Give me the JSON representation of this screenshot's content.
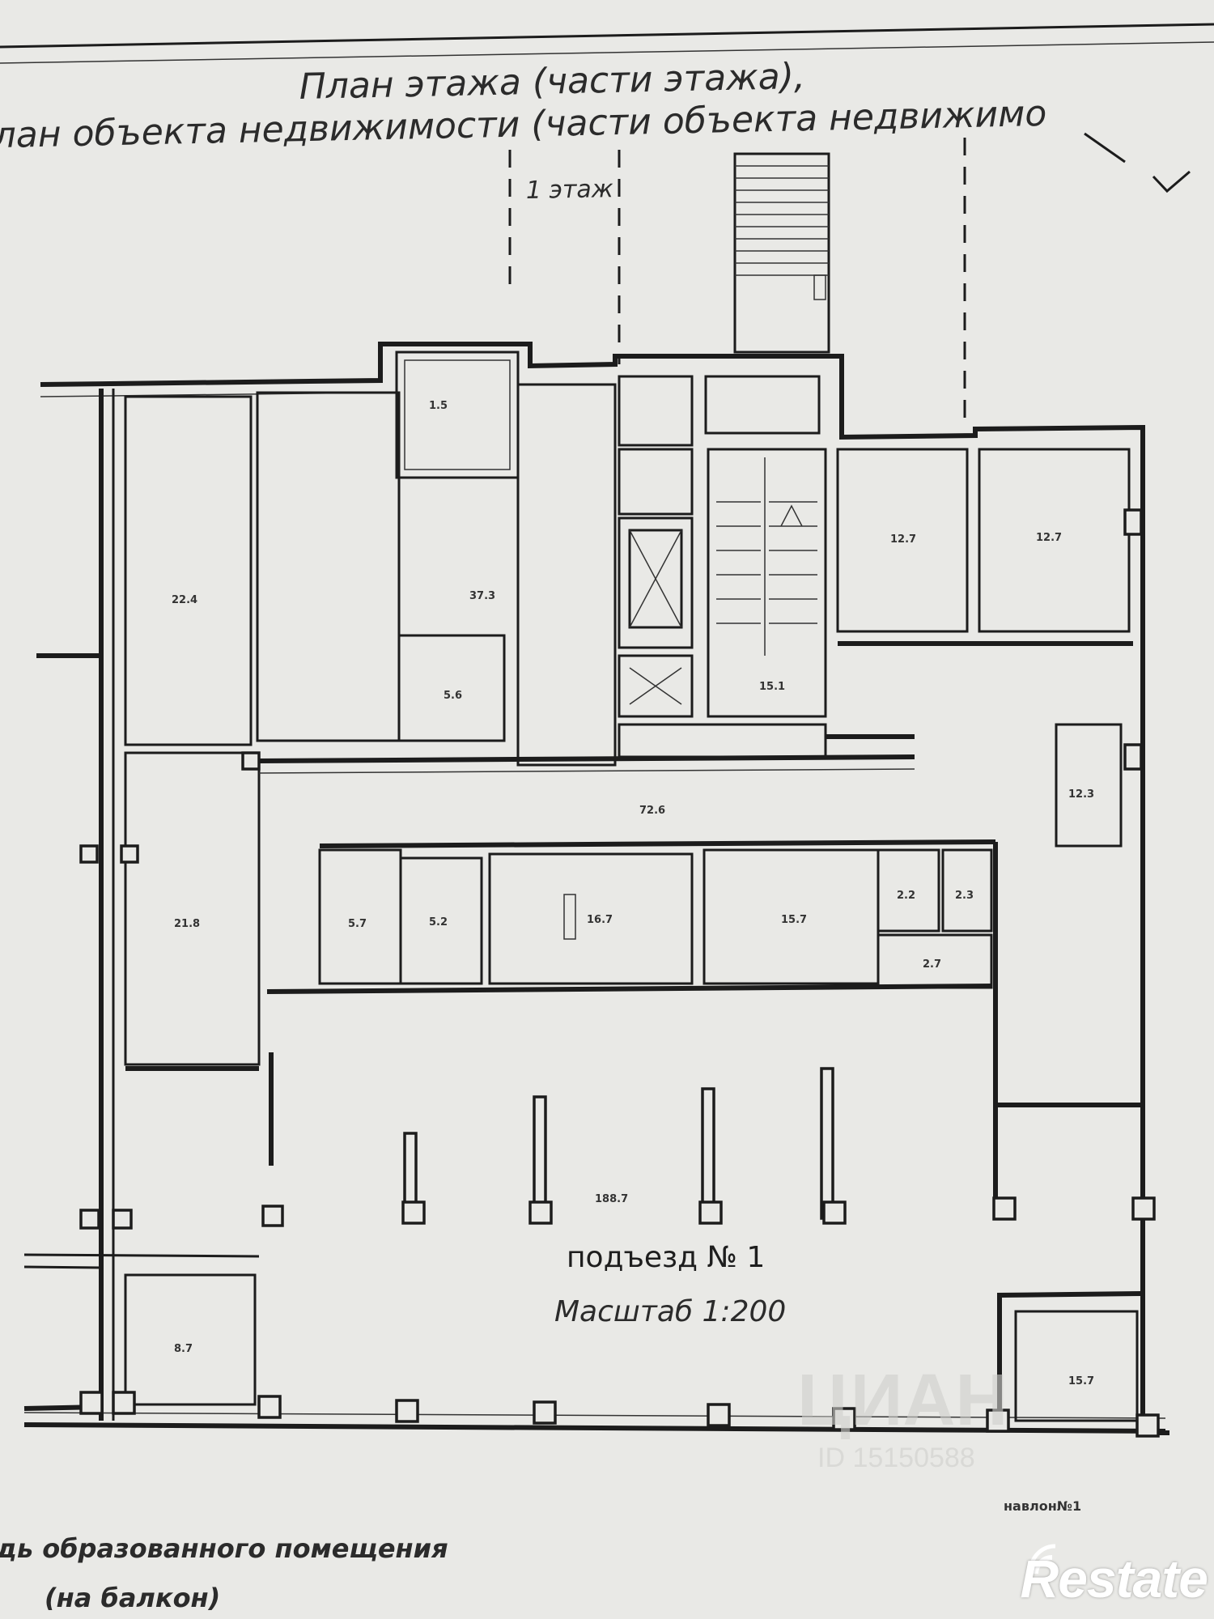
{
  "header": {
    "line1": "План этажа (части этажа),",
    "line2": "лан объекта недвижимости (части объекта недвижимо",
    "floor": "1 этаж"
  },
  "plan": {
    "entrance": "подъезд № 1",
    "scale": "Масштаб 1:200",
    "corner_note": "навлон№1",
    "rooms": [
      {
        "no": "",
        "area": "22.4"
      },
      {
        "no": "",
        "area": "37.3"
      },
      {
        "no": "",
        "area": "12.7"
      },
      {
        "no": "",
        "area": "12.7"
      },
      {
        "no": "",
        "area": "5.6"
      },
      {
        "no": "",
        "area": "15.1"
      },
      {
        "no": "",
        "area": "12.3"
      },
      {
        "no": "",
        "area": "72.6"
      },
      {
        "no": "",
        "area": "21.8"
      },
      {
        "no": "",
        "area": "5.7"
      },
      {
        "no": "",
        "area": "5.2"
      },
      {
        "no": "",
        "area": "16.7"
      },
      {
        "no": "",
        "area": "15.7"
      },
      {
        "no": "",
        "area": "2.2"
      },
      {
        "no": "",
        "area": "2.3"
      },
      {
        "no": "",
        "area": "2.7"
      },
      {
        "no": "",
        "area": "1.5"
      },
      {
        "no": "",
        "area": "188.7"
      },
      {
        "no": "",
        "area": "8.7"
      },
      {
        "no": "",
        "area": "15.7"
      }
    ]
  },
  "footer": {
    "line1": "дь образованного помещения",
    "line2": "(на балкон)"
  },
  "watermark": {
    "text": "ЦИАН",
    "id": "ID 15150588"
  },
  "logo": {
    "text": "Restate"
  }
}
